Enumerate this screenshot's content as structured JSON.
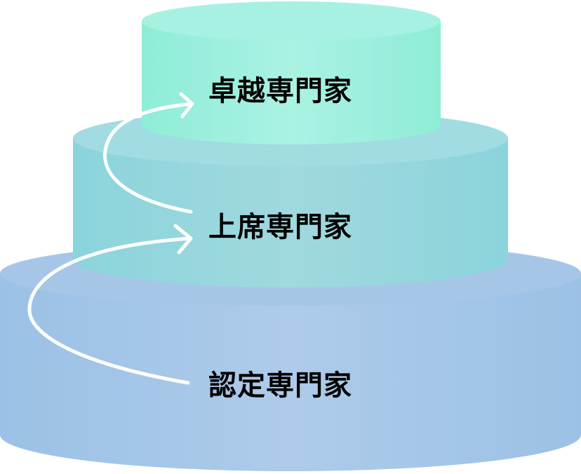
{
  "diagram": {
    "type": "stacked-cylinder-tiers",
    "tiers": [
      {
        "level": 3,
        "label": "卓越専門家",
        "color_light": "#a8f2e2",
        "color_dark": "#8eedd6",
        "top_color": "#a6f1e1"
      },
      {
        "level": 2,
        "label": "上席専門家",
        "color_light": "#9fd9df",
        "color_dark": "#8ad5db",
        "top_color": "#a0dce2"
      },
      {
        "level": 1,
        "label": "認定専門家",
        "color_light": "#adcbe9",
        "color_dark": "#9ac1e6",
        "top_color": "#a6c6e8"
      }
    ],
    "arrows": [
      {
        "from": "認定専門家",
        "to": "上席専門家",
        "color": "#ffffff"
      },
      {
        "from": "上席専門家",
        "to": "卓越専門家",
        "color": "#ffffff"
      }
    ]
  }
}
